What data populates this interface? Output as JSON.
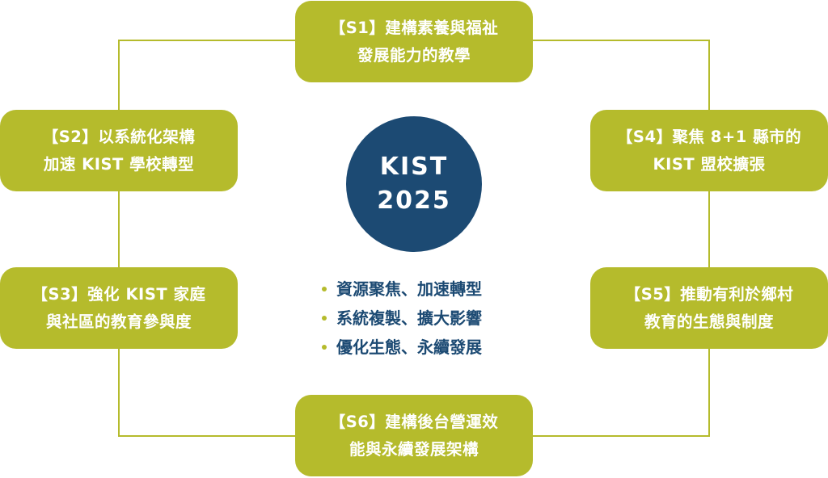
{
  "colors": {
    "node_fill": "#b5bb2c",
    "hub_fill": "#1c4a73",
    "connector": "#b5bb2c",
    "bullet_text": "#1c4a73",
    "bullet_dot": "#b5bb2c"
  },
  "hub": {
    "line1": "KIST",
    "line2": "2025"
  },
  "strategies": [
    {
      "id": "s1",
      "line1": "【S1】建構素養與福祉",
      "line2": "發展能力的教學"
    },
    {
      "id": "s2",
      "line1": "【S2】以系統化架構",
      "line2": "加速 KIST 學校轉型"
    },
    {
      "id": "s3",
      "line1": "【S3】強化 KIST 家庭",
      "line2": "與社區的教育參與度"
    },
    {
      "id": "s4",
      "line1": "【S4】聚焦 8+1 縣市的",
      "line2": "KIST 盟校擴張"
    },
    {
      "id": "s5",
      "line1": "【S5】推動有利於鄉村",
      "line2": "教育的生態與制度"
    },
    {
      "id": "s6",
      "line1": "【S6】建構後台營運效",
      "line2": "能與永續發展架構"
    }
  ],
  "goals": [
    "資源聚焦、加速轉型",
    "系統複製、擴大影響",
    "優化生態、永續發展"
  ]
}
